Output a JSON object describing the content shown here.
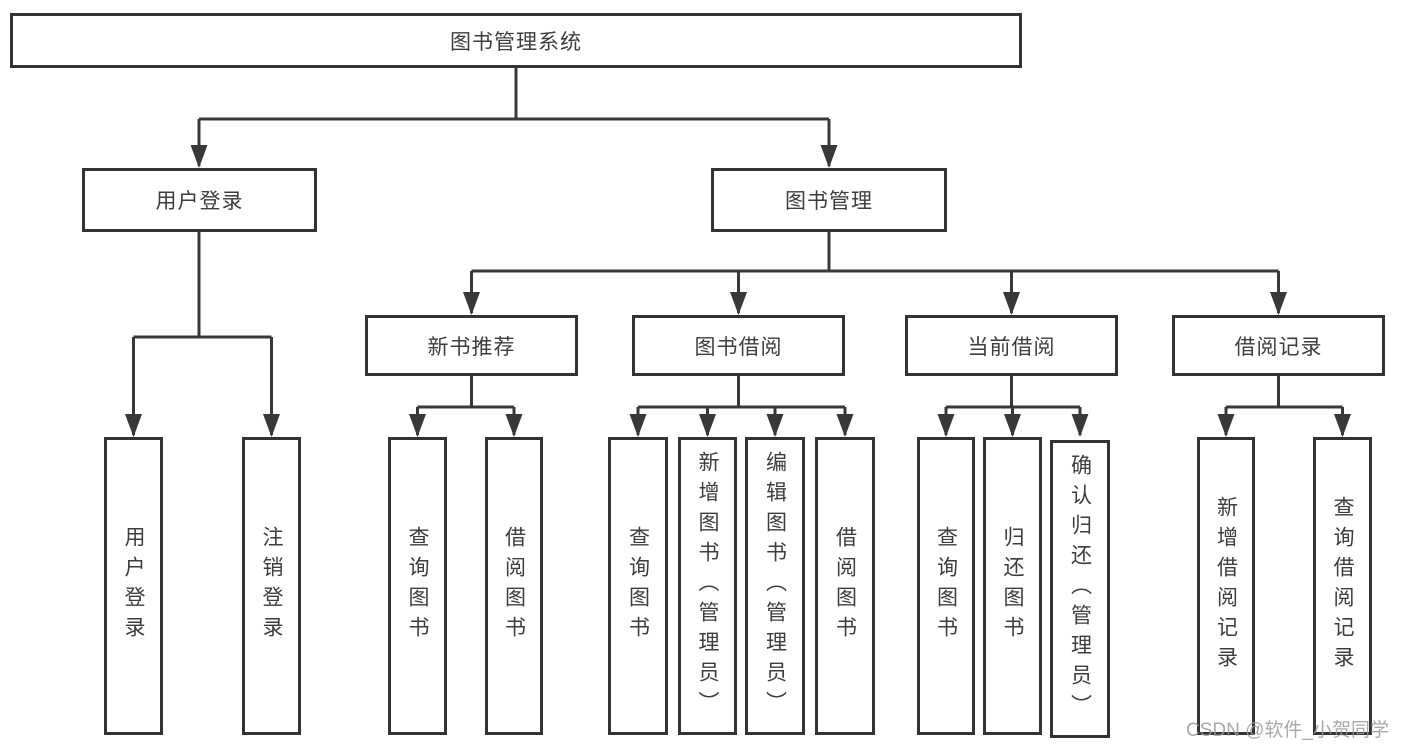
{
  "tree": {
    "root": {
      "label": "图书管理系统"
    },
    "branches": [
      {
        "label": "用户登录",
        "children": [
          {
            "label": "用户登录"
          },
          {
            "label": "注销登录"
          }
        ]
      },
      {
        "label": "图书管理",
        "children": [
          {
            "label": "新书推荐",
            "children": [
              {
                "label": "查询图书"
              },
              {
                "label": "借阅图书"
              }
            ]
          },
          {
            "label": "图书借阅",
            "children": [
              {
                "label": "查询图书"
              },
              {
                "label": "新增图书（管理员）"
              },
              {
                "label": "编辑图书（管理员）"
              },
              {
                "label": "借阅图书"
              }
            ]
          },
          {
            "label": "当前借阅",
            "children": [
              {
                "label": "查询图书"
              },
              {
                "label": "归还图书"
              },
              {
                "label": "确认归还（管理员）"
              }
            ]
          },
          {
            "label": "借阅记录",
            "children": [
              {
                "label": "新增借阅记录"
              },
              {
                "label": "查询借阅记录"
              }
            ]
          }
        ]
      }
    ]
  },
  "watermark": "CSDN @软件_小贺同学",
  "colors": {
    "line": "#383838",
    "box_border": "#333333",
    "text": "#3d3d3d",
    "watermark": "#9b9b9b",
    "background": "#ffffff"
  }
}
